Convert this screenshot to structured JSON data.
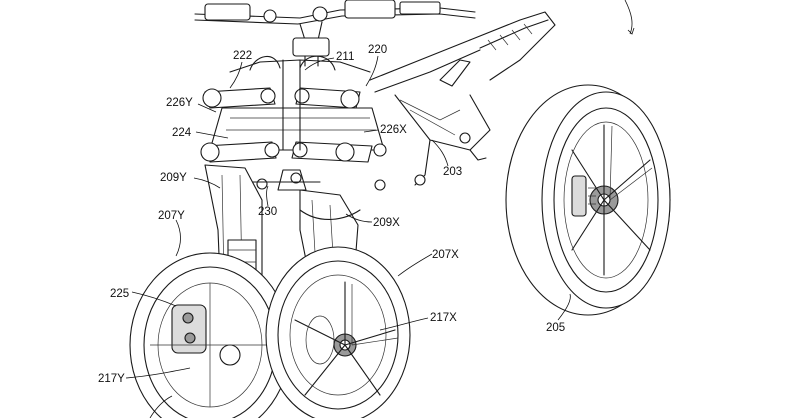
{
  "labels": {
    "l222": "222",
    "l211": "211",
    "l220": "220",
    "l226Y": "226Y",
    "l224": "224",
    "l226X": "226X",
    "l203": "203",
    "l209Y": "209Y",
    "l230": "230",
    "l209X": "209X",
    "l207Y": "207Y",
    "l207X": "207X",
    "l225": "225",
    "l217X": "217X",
    "l205": "205",
    "l217Y": "217Y"
  }
}
